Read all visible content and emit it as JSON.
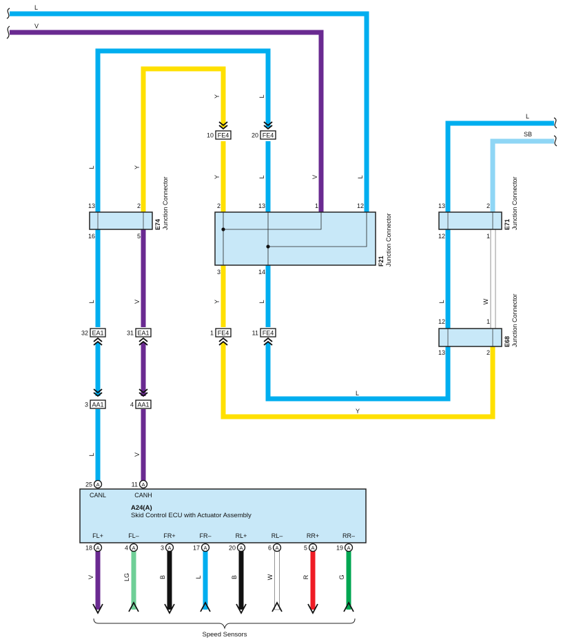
{
  "colors": {
    "L": "#00aeef",
    "V": "#6a2a91",
    "Y": "#ffe000",
    "SB": "#8fd6f5",
    "LG": "#6fcf97",
    "B": "#111111",
    "W": "#ffffff",
    "R": "#ef1c25",
    "G": "#00a651",
    "box": "#c8e8f8"
  },
  "wires": {
    "top_L": "L",
    "top_V": "V",
    "e74_13": "L",
    "e74_2": "Y",
    "fe4_top_10": "Y",
    "fe4_top_20": "L",
    "f21_1": "V",
    "f21_12": "L",
    "e74_16": "L",
    "e74_5": "V",
    "f21_3": "Y",
    "f21_14": "L",
    "canl": "L",
    "canh": "V",
    "bottom_L": "L",
    "bottom_Y": "Y",
    "right_L": "L",
    "right_SB": "SB",
    "e71_12": "L",
    "e71_1": "W"
  },
  "connectors": {
    "E74": {
      "code": "E74",
      "name": "Junction Connector",
      "pins": [
        "13",
        "2",
        "16",
        "5"
      ]
    },
    "F21": {
      "code": "F21",
      "name": "Junction Connector",
      "pins": [
        "2",
        "13",
        "1",
        "12",
        "3",
        "14"
      ]
    },
    "E71": {
      "code": "E71",
      "name": "Junction Connector",
      "pins": [
        "13",
        "2",
        "12",
        "1"
      ]
    },
    "E68": {
      "code": "E68",
      "name": "Junction Connector",
      "pins": [
        "12",
        "1",
        "13",
        "2"
      ]
    },
    "inline": {
      "fe4_10": {
        "pin": "10",
        "label": "FE4"
      },
      "fe4_20": {
        "pin": "20",
        "label": "FE4"
      },
      "ea1_32": {
        "pin": "32",
        "label": "EA1"
      },
      "ea1_31": {
        "pin": "31",
        "label": "EA1"
      },
      "fe4_1": {
        "pin": "1",
        "label": "FE4"
      },
      "fe4_11": {
        "pin": "11",
        "label": "FE4"
      },
      "aa1_3": {
        "pin": "3",
        "label": "AA1"
      },
      "aa1_4": {
        "pin": "4",
        "label": "AA1"
      }
    }
  },
  "ecu": {
    "code": "A24(A)",
    "name": "Skid Control ECU with Actuator Assembly",
    "connector_letter": "A",
    "top_pins": [
      {
        "pin": "25",
        "label": "CANL"
      },
      {
        "pin": "11",
        "label": "CANH"
      }
    ],
    "bottom_pins": [
      {
        "pin": "18",
        "label": "FL+",
        "wire": "V"
      },
      {
        "pin": "4",
        "label": "FL–",
        "wire": "LG"
      },
      {
        "pin": "3",
        "label": "FR+",
        "wire": "B"
      },
      {
        "pin": "17",
        "label": "FR–",
        "wire": "L"
      },
      {
        "pin": "20",
        "label": "RL+",
        "wire": "B"
      },
      {
        "pin": "6",
        "label": "RL–",
        "wire": "W"
      },
      {
        "pin": "5",
        "label": "RR+",
        "wire": "R"
      },
      {
        "pin": "19",
        "label": "RR–",
        "wire": "G"
      }
    ]
  },
  "sensors_label": "Speed Sensors"
}
